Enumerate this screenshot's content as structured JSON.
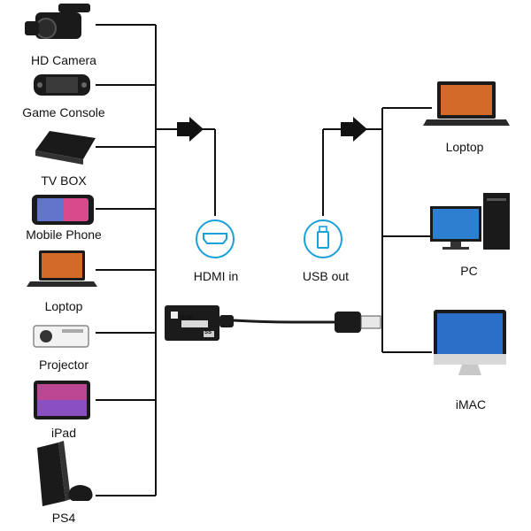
{
  "sources": {
    "hd_camera": "HD Camera",
    "game_console": "Game Console",
    "tv_box": "TV BOX",
    "mobile_phone": "Mobile Phone",
    "laptop": "Loptop",
    "projector": "Projector",
    "ipad": "iPad",
    "ps4": "PS4"
  },
  "center": {
    "hdmi_in": "HDMI in",
    "usb_out": "USB out",
    "device_mark": "HDMI",
    "device_badge": "SS"
  },
  "targets": {
    "laptop": "Loptop",
    "pc": "PC",
    "imac": "iMAC"
  },
  "colors": {
    "line": "#111111",
    "accent": "#1aa0d8"
  }
}
